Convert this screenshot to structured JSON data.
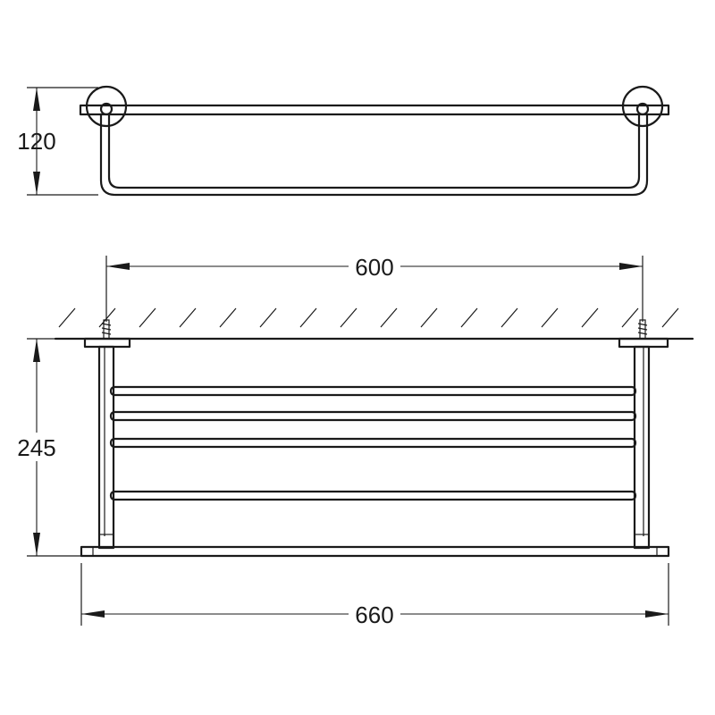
{
  "dimensions": {
    "top_view_depth": "120",
    "hole_spacing": "600",
    "height": "245",
    "overall_width": "660"
  }
}
